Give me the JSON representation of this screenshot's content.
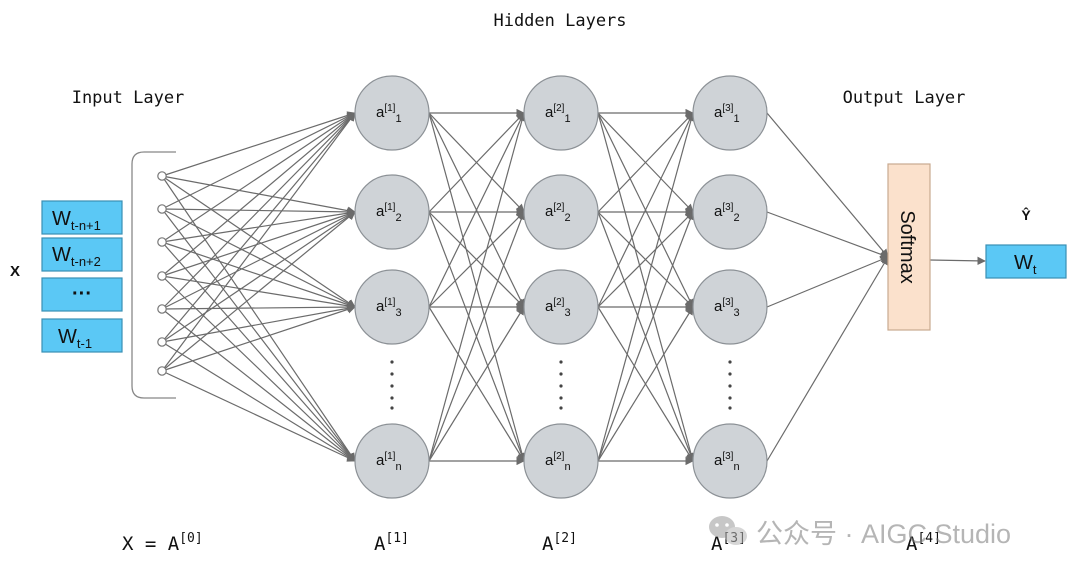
{
  "labels": {
    "hidden_layers": "Hidden Layers",
    "input_layer": "Input Layer",
    "output_layer": "Output Layer",
    "x_side": "X",
    "y_hat": "Ŷ",
    "softmax": "Softmax",
    "ellipsis_box": "···"
  },
  "input_words": [
    {
      "base": "W",
      "sub": "t-n+1"
    },
    {
      "base": "W",
      "sub": "t-n+2"
    },
    {
      "base": "",
      "sub": "",
      "is_ellipsis": true
    },
    {
      "base": "W",
      "sub": "t-1"
    }
  ],
  "output_word": {
    "base": "W",
    "sub": "t"
  },
  "hidden_layers": [
    {
      "sup": "[1]",
      "subs": [
        "1",
        "2",
        "3",
        "n"
      ]
    },
    {
      "sup": "[2]",
      "subs": [
        "1",
        "2",
        "3",
        "n"
      ]
    },
    {
      "sup": "[3]",
      "subs": [
        "1",
        "2",
        "3",
        "n"
      ]
    }
  ],
  "bottom_labels": [
    {
      "text": "X = A",
      "sup": "[0]"
    },
    {
      "text": "A",
      "sup": "[1]"
    },
    {
      "text": "A",
      "sup": "[2]"
    },
    {
      "text": "A",
      "sup": "[3]"
    },
    {
      "text": "A",
      "sup": "[4]"
    }
  ],
  "watermark": "公众号 · AIGC Studio",
  "colors": {
    "node_fill": "#cfd3d7",
    "word_box": "#5bc8f5",
    "softmax_box": "#fbe1cc",
    "edge": "#6b6b6b"
  }
}
